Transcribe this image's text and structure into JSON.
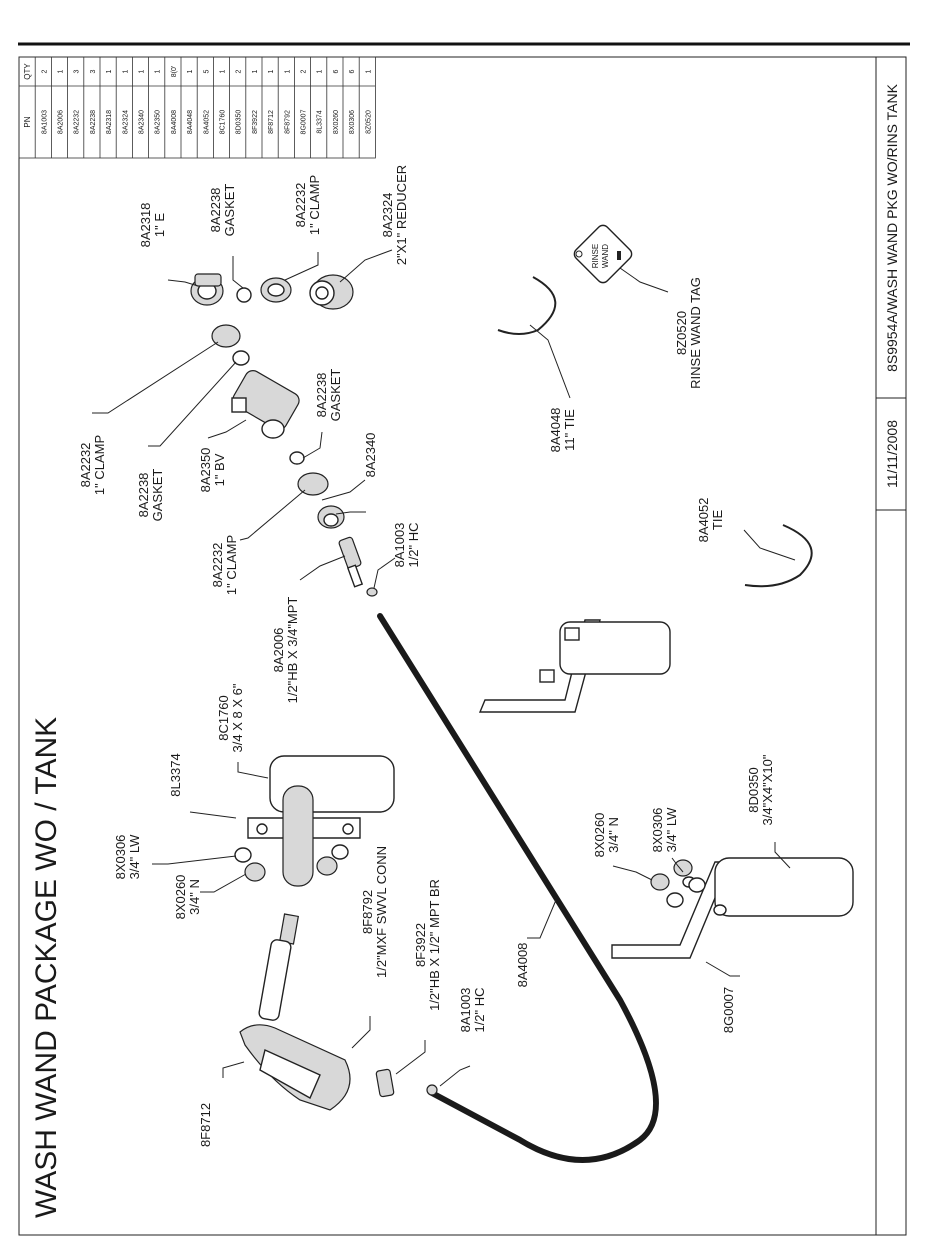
{
  "title": "WASH WAND PACKAGE WO / TANK",
  "footer": {
    "date": "11/11/2008",
    "drawing": "8S9954A/WASH WAND PKG WO/RINS TANK"
  },
  "parts_table": {
    "headers": [
      "PN",
      "QTY"
    ],
    "rows": [
      {
        "pn": "8A1003",
        "qty": "2"
      },
      {
        "pn": "8A2006",
        "qty": "1"
      },
      {
        "pn": "8A2232",
        "qty": "3"
      },
      {
        "pn": "8A2238",
        "qty": "3"
      },
      {
        "pn": "8A2318",
        "qty": "1"
      },
      {
        "pn": "8A2324",
        "qty": "1"
      },
      {
        "pn": "8A2340",
        "qty": "1"
      },
      {
        "pn": "8A2350",
        "qty": "1"
      },
      {
        "pn": "8A4008",
        "qty": "8(0'"
      },
      {
        "pn": "8A4048",
        "qty": "1"
      },
      {
        "pn": "8A4052",
        "qty": "5"
      },
      {
        "pn": "8C1760",
        "qty": "1"
      },
      {
        "pn": "8D0350",
        "qty": "2"
      },
      {
        "pn": "8F3922",
        "qty": "1"
      },
      {
        "pn": "8F8712",
        "qty": "1"
      },
      {
        "pn": "8F8792",
        "qty": "1"
      },
      {
        "pn": "8G0007",
        "qty": "2"
      },
      {
        "pn": "8L3374",
        "qty": "1"
      },
      {
        "pn": "8X0260",
        "qty": "6"
      },
      {
        "pn": "8X0306",
        "qty": "6"
      },
      {
        "pn": "8Z0520",
        "qty": "1"
      }
    ]
  },
  "callouts": {
    "c8A2318": [
      "8A2318",
      "1\" E"
    ],
    "c8A2238_top": [
      "8A2238",
      "GASKET"
    ],
    "c8A2232_top": [
      "8A2232",
      "1\" CLAMP"
    ],
    "c8A2324": [
      "8A2324",
      "2\"X1\" REDUCER"
    ],
    "c8A2232_left": [
      "8A2232",
      "1\" CLAMP"
    ],
    "c8A2238_left": [
      "8A2238",
      "GASKET"
    ],
    "c8A2350": [
      "8A2350",
      "1\" BV"
    ],
    "c8A2238_mid": [
      "8A2238",
      "GASKET"
    ],
    "c8A2340": [
      "8A2340"
    ],
    "c8A2232_mid": [
      "8A2232",
      "1\" CLAMP"
    ],
    "c8A1003_top": [
      "8A1003",
      "1/2\" HC"
    ],
    "c8A2006": [
      "8A2006",
      "1/2\"HB X 3/4\"MPT"
    ],
    "c8C1760": [
      "8C1760",
      "3/4 X 8 X 6\""
    ],
    "c8L3374": [
      "8L3374"
    ],
    "c8X0306_left": [
      "8X0306",
      "3/4\" LW"
    ],
    "c8X0260_left": [
      "8X0260",
      "3/4\" N"
    ],
    "c8F8792": [
      "8F8792",
      "1/2\"MXF SWVL CONN"
    ],
    "c8F3922": [
      "8F3922",
      "1/2\"HB X 1/2\" MPT BR"
    ],
    "c8A1003_bot": [
      "8A1003",
      "1/2\" HC"
    ],
    "c8F8712": [
      "8F8712"
    ],
    "c8A4008": [
      "8A4008"
    ],
    "c8A4048": [
      "8A4048",
      "11\" TIE"
    ],
    "c8Z0520": [
      "8Z0520",
      "RINSE WAND TAG"
    ],
    "c8A4052": [
      "8A4052",
      "TIE"
    ],
    "c8X0260_right": [
      "8X0260",
      "3/4\" N"
    ],
    "c8X0306_right": [
      "8X0306",
      "3/4\" LW"
    ],
    "c8D0350": [
      "8D0350",
      "3/4\"X4\"X10\""
    ],
    "c8G0007": [
      "8G0007"
    ]
  },
  "tag_text": [
    "RINSE",
    "WAND"
  ]
}
